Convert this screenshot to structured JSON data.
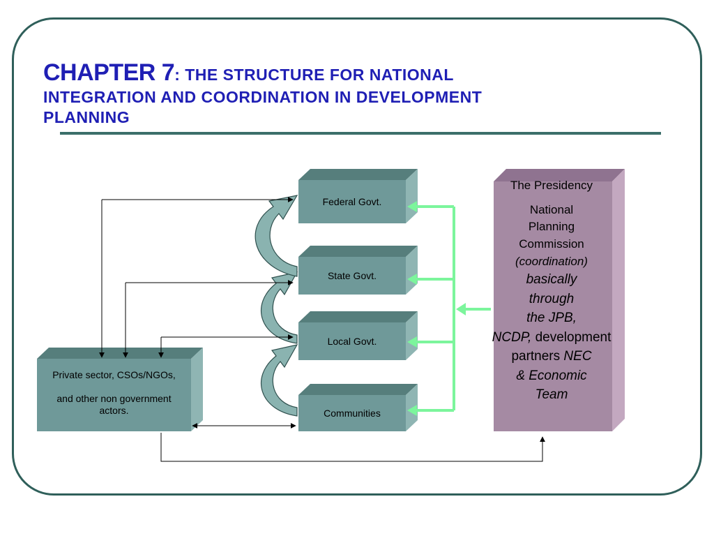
{
  "title": {
    "chapter": "CHAPTER 7",
    "subtitle_line1": ": THE STRUCTURE FOR NATIONAL",
    "subtitle_line2": "INTEGRATION AND  COORDINATION IN  DEVELOPMENT",
    "subtitle_line3": "PLANNING"
  },
  "boxes": {
    "federal": "Federal Govt.",
    "state": "State Govt.",
    "local": "Local Govt.",
    "communities": "Communities",
    "private_line1": "Private sector, CSOs/NGOs,",
    "private_line2": "and other non government",
    "private_line3": "actors."
  },
  "presidency": {
    "l1": "The Presidency",
    "l2": "National",
    "l3": "Planning",
    "l4": "Commission",
    "l5": "(coordination)",
    "l6": "basically",
    "l7": "through",
    "l8": "the JPB,",
    "l9a": "NCDP,",
    "l9b": " development",
    "l10a": "partners ",
    "l10b": "NEC",
    "l11": "& Economic",
    "l12": "Team"
  },
  "colors": {
    "box_front": "#6f9999",
    "box_top": "#567e7c",
    "box_side": "#8fb5b3",
    "curve_fill": "#8ab3b0",
    "presidency_front": "#a58aa3",
    "presidency_side": "#c3a8c0",
    "green_arrow": "#7cf59c",
    "title_blue": "#1f1fb4"
  }
}
